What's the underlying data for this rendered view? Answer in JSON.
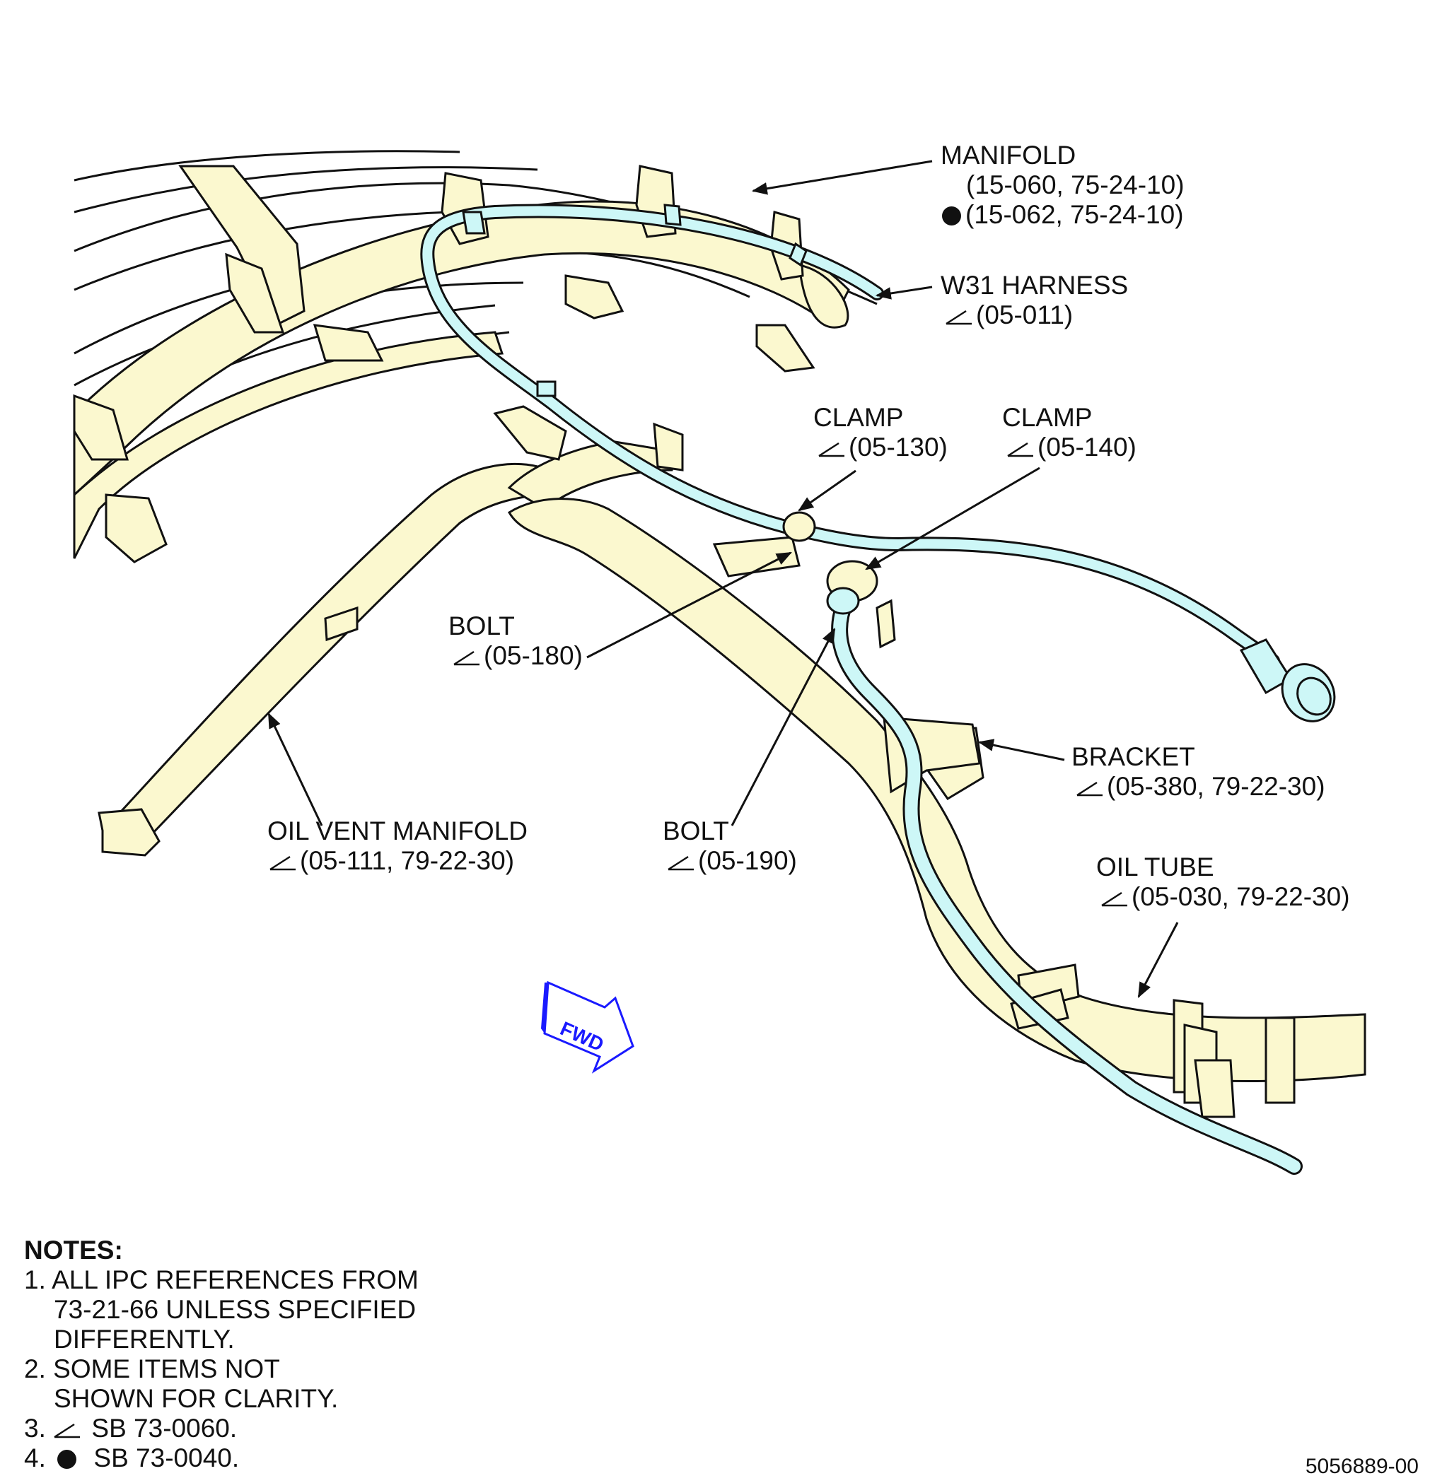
{
  "callouts": {
    "manifold": {
      "name": "MANIFOLD",
      "ref1": "(15-060, 75-24-10)",
      "ref2": "(15-062, 75-24-10)"
    },
    "w31_harness": {
      "name": "W31 HARNESS",
      "ref": "(05-011)"
    },
    "clamp_130": {
      "name": "CLAMP",
      "ref": "(05-130)"
    },
    "clamp_140": {
      "name": "CLAMP",
      "ref": "(05-140)"
    },
    "bolt_180": {
      "name": "BOLT",
      "ref": "(05-180)"
    },
    "bracket": {
      "name": "BRACKET",
      "ref": "(05-380, 79-22-30)"
    },
    "oil_vent_manifold": {
      "name": "OIL VENT MANIFOLD",
      "ref": "(05-111, 79-22-30)"
    },
    "bolt_190": {
      "name": "BOLT",
      "ref": "(05-190)"
    },
    "oil_tube": {
      "name": "OIL TUBE",
      "ref": "(05-030, 79-22-30)"
    }
  },
  "fwd_label": "FWD",
  "notes": {
    "heading": "NOTES:",
    "n1_line1": "1. ALL IPC REFERENCES FROM",
    "n1_line2": "73-21-66 UNLESS SPECIFIED",
    "n1_line3": "DIFFERENTLY.",
    "n2_line1": "2. SOME ITEMS NOT",
    "n2_line2": "SHOWN FOR CLARITY.",
    "n3_num": "3.",
    "n3_text": "SB 73-0060.",
    "n4_num": "4.",
    "n4_text": "SB 73-0040."
  },
  "drawing_number": "5056889-00",
  "colors": {
    "part_fill": "#fbf8cf",
    "harness_fill": "#cdf7f7",
    "fwd_blue": "#1a1aff",
    "line": "#111111"
  }
}
